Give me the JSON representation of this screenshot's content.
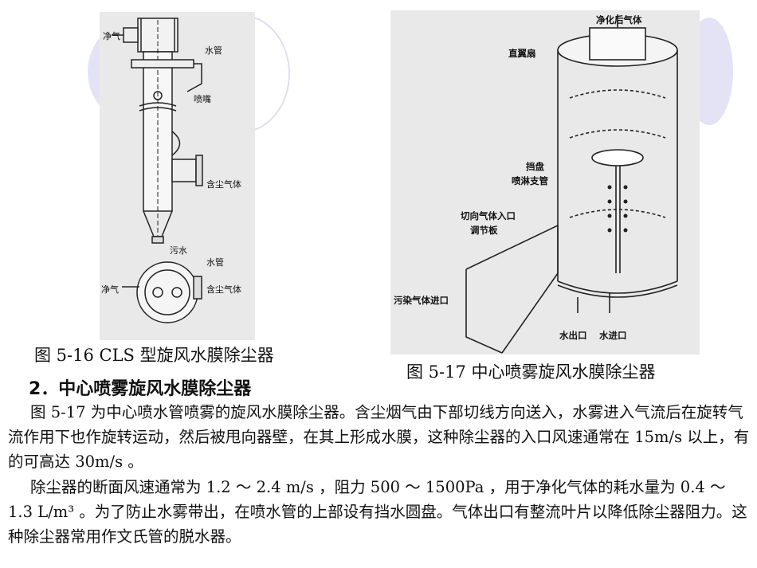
{
  "figure_left": {
    "labels": {
      "clean_gas": "净气",
      "water_pipe": "水管",
      "nozzle": "喷嘴",
      "dusty_gas": "含尘气体",
      "sewage": "污水",
      "water_pipe_2": "水管",
      "clean_gas_2": "净气",
      "dusty_gas_2": "含尘气体"
    },
    "caption": "图 5-16  CLS 型旋风水膜除尘器"
  },
  "figure_right": {
    "labels": {
      "purified_gas": "净化后气体",
      "straight_vane": "直翼扇",
      "baffle_disc": "挡盘",
      "spray_pipe": "喷淋支管",
      "tangential_inlet": "切向气体入口",
      "adjusting_plate": "调节板",
      "polluted_inlet": "污染气体进口",
      "water_outlet": "水出口",
      "water_inlet": "水进口"
    },
    "caption": "图 5-17   中心喷雾旋风水膜除尘器"
  },
  "section": {
    "heading": "2．中心喷雾旋风水膜除尘器",
    "paragraph1": "图 5-17 为中心喷水管喷雾的旋风水膜除尘器。含尘烟气由下部切线方向送入，水雾进入气流后在旋转气流作用下也作旋转运动，然后被甩向器壁，在其上形成水膜，这种除尘器的入口风速通常在 15m/s 以上，有的可高达 30m/s 。",
    "paragraph2": "除尘器的断面风速通常为 1.2 ～ 2.4 m/s ，阻力 500 ～ 1500Pa ，用于净化气体的耗水量为 0.4 ～ 1.3 L/m³ 。为了防止水雾带出，在喷水管的上部设有挡水圆盘。气体出口有整流叶片以降低除尘器阻力。这种除尘器常用作文氏管的脱水器。"
  }
}
